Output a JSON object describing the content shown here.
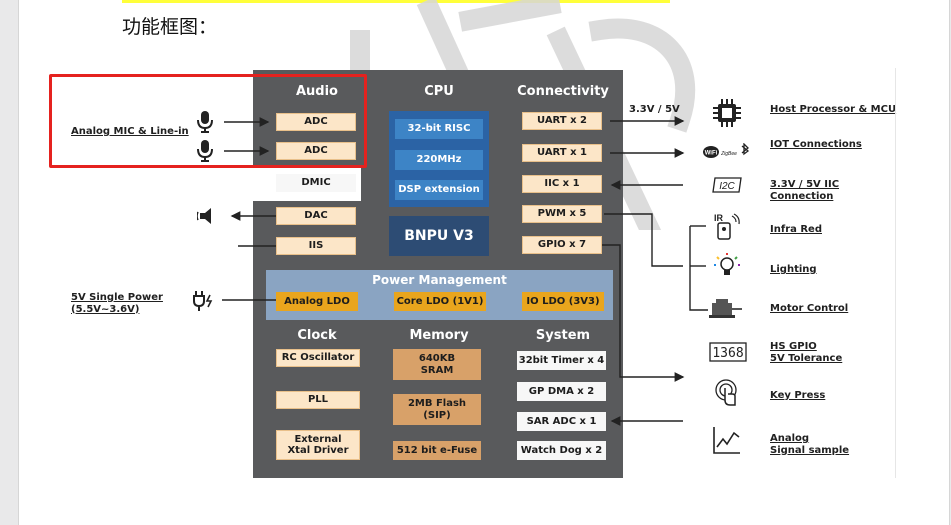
{
  "page_heading": "功能框图：",
  "diagram": {
    "sections": {
      "audio": "Audio",
      "cpu": "CPU",
      "connectivity": "Connectivity",
      "clock": "Clock",
      "memory": "Memory",
      "system": "System",
      "power": "Power Management"
    },
    "audio_blocks": [
      "ADC",
      "ADC",
      "DMIC",
      "DAC",
      "IIS"
    ],
    "cpu_blocks": [
      "32-bit RISC",
      "220MHz",
      "DSP extension"
    ],
    "npu": "BNPU V3",
    "connectivity_blocks": [
      "UART x 2",
      "UART x 1",
      "IIC x 1",
      "PWM x 5",
      "GPIO x 7"
    ],
    "power_blocks": [
      "Analog LDO",
      "Core LDO (1V1)",
      "IO LDO (3V3)"
    ],
    "clock_blocks": [
      "RC Oscillator",
      "PLL",
      "External\nXtal Driver"
    ],
    "memory_blocks": [
      "640KB\nSRAM",
      "2MB Flash\n(SIP)",
      "512 bit e-Fuse"
    ],
    "system_blocks": [
      "32bit Timer x 4",
      "GP DMA x 2",
      "SAR ADC x 1",
      "Watch Dog x 2"
    ],
    "left_labels": {
      "analog_mic": "Analog MIC & Line-in",
      "power_in": "5V Single Power\n(5.5V~3.6V)"
    },
    "right_labels": {
      "voltage": "3.3V / 5V",
      "host": "Host Processor & MCU",
      "iot": "IOT Connections",
      "iic": "3.3V / 5V IIC\nConnection",
      "ir": "Infra Red",
      "lighting": "Lighting",
      "motor": "Motor Control",
      "hs_gpio": "HS GPIO\n5V Tolerance",
      "keypress": "Key Press",
      "analog": "Analog\nSignal sample"
    },
    "icon_text": {
      "i2c": "I2C",
      "display_1368": "1368",
      "ir": "IR",
      "wifi": "WiFi",
      "zigbee": "ZigBee"
    }
  },
  "colors": {
    "board": "#595a5c",
    "cpu_blue": "#2b63a5",
    "npu_navy": "#2d4c74",
    "power_panel": "#8aa4c2",
    "ldo_gold": "#e9a51d",
    "memory_brown": "#d8a169",
    "annotation_red": "#e5221f"
  }
}
